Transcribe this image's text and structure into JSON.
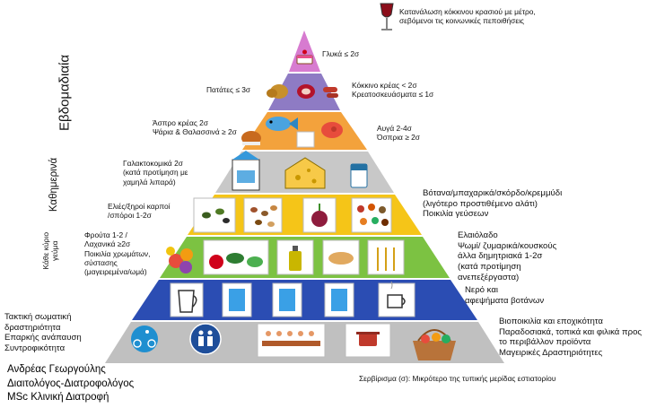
{
  "wine_note": [
    "Κατανάλωση κόκκινου κρασιού με μέτρο,",
    "σεβόμενοι τις κοινωνικές πεποιθήσεις"
  ],
  "side_labels": {
    "weekly": "Εβδομαδιαία",
    "daily": "Καθημερινά",
    "main_meal": [
      "Κάθε κύριο",
      "γεύμα"
    ]
  },
  "tiers": {
    "sweets": "Γλυκά ≤ 2σ",
    "potatoes": "Πατάτες ≤ 3σ",
    "red_meat": [
      "Κόκκινο κρέας < 2σ",
      "Κρεατοσκευάσματα ≤ 1σ"
    ],
    "white_meat": [
      "Άσπρο κρέας 2σ",
      "Ψάρια & Θαλασσινά ≥ 2σ"
    ],
    "eggs": [
      "Αυγά 2-4σ",
      "Όσπρια ≥ 2σ"
    ],
    "dairy": [
      "Γαλακτοκομικά 2σ",
      "(κατά προτίμηση με",
      "χαμηλά λιπαρά)"
    ],
    "olives": [
      "Ελιές/ξηροί καρποί",
      "/σπόροι 1-2σ"
    ],
    "herbs": [
      "Βότανα/μπαχαρικά/σκόρδο/κρεμμύδι",
      "(λιγότερο προστιθέμενο αλάτι)",
      "Ποικιλία γεύσεων"
    ],
    "fruits": [
      "Φρούτα 1-2 /",
      "Λαχανικά ≥2σ",
      "Ποικιλία χρωμάτων,",
      "σύστασης",
      "(μαγειρεμένα/ωμά)"
    ],
    "oil": [
      "Ελαιόλαδο",
      "Ψωμί/ ζυμαρικά/κουσκούς",
      "άλλα δημητριακά 1-2σ",
      "(κατά προτίμηση",
      "ανεπεξέργαστα)"
    ],
    "water": [
      "Νερό και",
      "αφεψήματα βοτάνων"
    ],
    "activity": [
      "Τακτική σωματική",
      "δραστηριότητα",
      "Επαρκής ανάπαυση",
      "Συντροφικότητα"
    ],
    "seasonal": [
      "Βιοποικιλία και εποχικότητα",
      "Παραδοσιακά, τοπικά και φιλικά προς",
      "το περιβάλλον προϊόντα",
      "Μαγειρικές Δραστηριότητες"
    ]
  },
  "author": [
    "Ανδρέας Γεωργούλης",
    "Διαιτολόγος-Διατροφολόγος",
    "MSc Κλινική Διατροφή"
  ],
  "footnote": "Σερβίρισμα (σ): Μικρότερο της τυπικής μερίδας εστιατορίου",
  "colors": {
    "sweets_band": "#d77bd0",
    "red_meat_band": "#8e7bc4",
    "white_meat_band": "#f3a23c",
    "dairy_band": "#c8c8c8",
    "olives_band": "#f5c518",
    "fruits_band": "#7cc242",
    "water_band": "#2b4db3",
    "base_band": "#c0c0c0"
  }
}
